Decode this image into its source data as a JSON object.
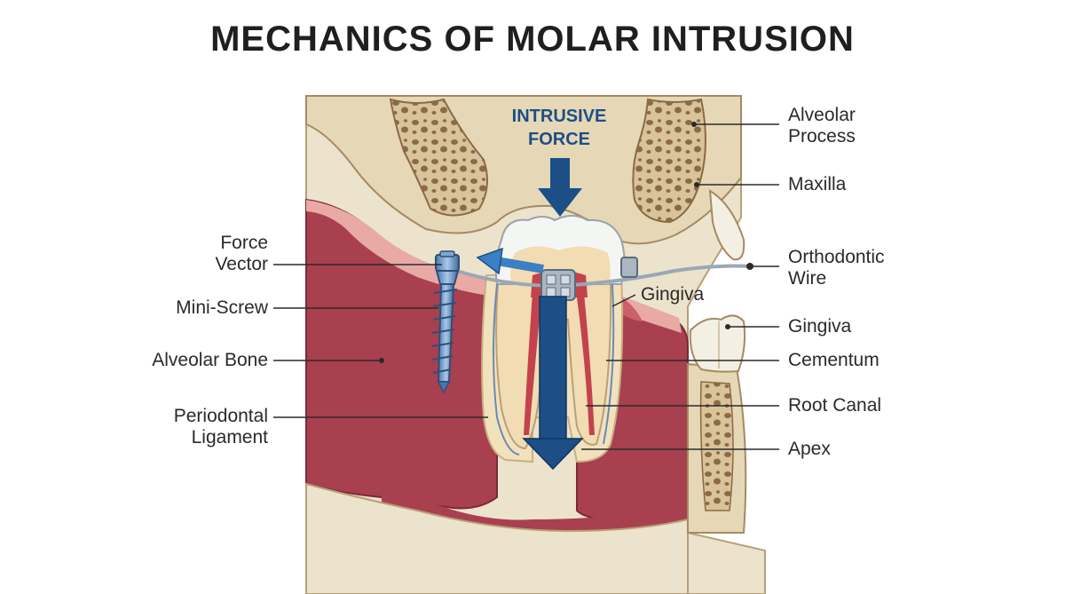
{
  "title": "MECHANICS OF MOLAR INTRUSION",
  "force_label": {
    "line1": "INTRUSIVE",
    "line2": "FORCE"
  },
  "left_labels": {
    "force_vector": {
      "line1": "Force",
      "line2": "Vector"
    },
    "mini_screw": "Mini-Screw",
    "alveolar_bone": "Alveolar Bone",
    "periodontal_ligament": {
      "line1": "Periodontal",
      "line2": "Ligament"
    }
  },
  "right_labels": {
    "alveolar_process": {
      "line1": "Alveolar",
      "line2": "Process"
    },
    "maxilla": "Maxilla",
    "orthodontic_wire": {
      "line1": "Orthodontic",
      "line2": "Wire"
    },
    "gingiva_inner": "Gingiva",
    "gingiva": "Gingiva",
    "cementum": "Cementum",
    "root_canal": "Root Canal",
    "apex": "Apex"
  },
  "colors": {
    "bone": "#e8dcc0",
    "bone_outline": "#b89f78",
    "gum": "#a8404f",
    "gum_light": "#e9a9a4",
    "enamel": "#f4f6f4",
    "dentin": "#f1dcb3",
    "pulp": "#c2434b",
    "force_arrow": "#1d4f86",
    "vector_arrow": "#3b7fc4",
    "screw": "#6f9ccf"
  }
}
